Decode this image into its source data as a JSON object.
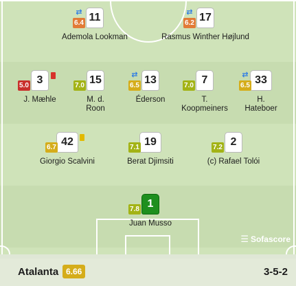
{
  "colors": {
    "orange": "#e58635",
    "yellow_green": "#a4b316",
    "amber": "#d5ad1a",
    "green": "#3e9a47",
    "red": "#cc3b2a"
  },
  "players": [
    {
      "id": "lookman",
      "number": "11",
      "name": "Ademola Lookman",
      "rating": "6.4",
      "rating_color": "#e27b37",
      "sub": true,
      "card": ""
    },
    {
      "id": "hojlund",
      "number": "17",
      "name": "Rasmus Winther Højlund",
      "rating": "6.2",
      "rating_color": "#e27b37",
      "sub": true,
      "card": ""
    },
    {
      "id": "maehle",
      "number": "3",
      "name": "J. Mæhle",
      "rating": "5.0",
      "rating_color": "#c9302c",
      "sub": false,
      "card": "red"
    },
    {
      "id": "deroon",
      "number": "15",
      "name": "M. d.\nRoon",
      "rating": "7.0",
      "rating_color": "#a3b316",
      "sub": false,
      "card": ""
    },
    {
      "id": "ederson",
      "number": "13",
      "name": "Éderson",
      "rating": "6.5",
      "rating_color": "#d5ad1a",
      "sub": true,
      "card": ""
    },
    {
      "id": "koopmeiners",
      "number": "7",
      "name": "T.\nKoopmeiners",
      "rating": "7.0",
      "rating_color": "#a3b316",
      "sub": false,
      "card": ""
    },
    {
      "id": "hateboer",
      "number": "33",
      "name": "H.\nHateboer",
      "rating": "6.5",
      "rating_color": "#d5ad1a",
      "sub": true,
      "card": ""
    },
    {
      "id": "scalvini",
      "number": "42",
      "name": "Giorgio Scalvini",
      "rating": "6.7",
      "rating_color": "#d5ad1a",
      "sub": false,
      "card": "yellow"
    },
    {
      "id": "djimsiti",
      "number": "19",
      "name": "Berat Djimsiti",
      "rating": "7.1",
      "rating_color": "#a3b316",
      "sub": false,
      "card": ""
    },
    {
      "id": "toloi",
      "number": "2",
      "name": "(c) Rafael Tolói",
      "rating": "7.2",
      "rating_color": "#a3b316",
      "sub": false,
      "card": ""
    },
    {
      "id": "musso",
      "number": "1",
      "name": "Juan Musso",
      "rating": "7.8",
      "rating_color": "#a3b316",
      "sub": false,
      "card": ""
    }
  ],
  "brand": {
    "label": "Sofascore"
  },
  "team": {
    "name": "Atalanta",
    "rating": "6.66",
    "formation": "3-5-2"
  }
}
